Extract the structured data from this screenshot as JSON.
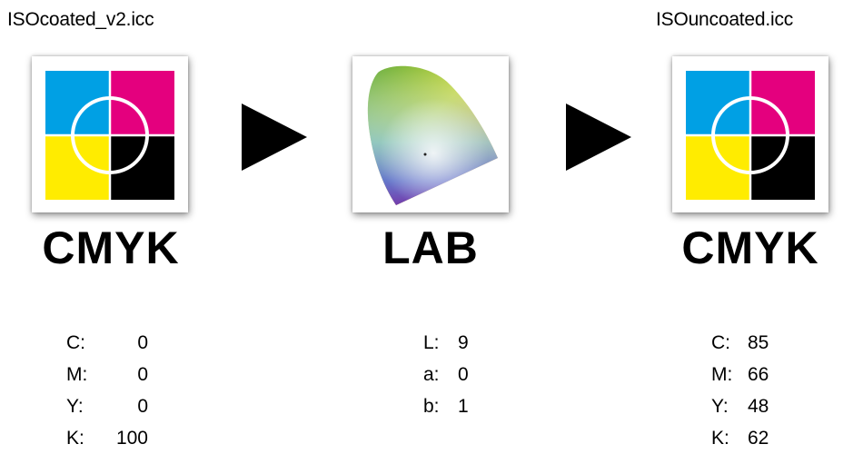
{
  "source": {
    "profile": "ISOcoated_v2.icc",
    "space": "CMYK",
    "values": [
      {
        "key": "C:",
        "value": "0"
      },
      {
        "key": "M:",
        "value": "0"
      },
      {
        "key": "Y:",
        "value": "0"
      },
      {
        "key": "K:",
        "value": "100"
      }
    ]
  },
  "intermediate": {
    "space": "LAB",
    "values": [
      {
        "key": "L:",
        "value": "9"
      },
      {
        "key": "a:",
        "value": "0"
      },
      {
        "key": "b:",
        "value": "1"
      }
    ]
  },
  "destination": {
    "profile": "ISOuncoated.icc",
    "space": "CMYK",
    "values": [
      {
        "key": "C:",
        "value": "85"
      },
      {
        "key": "M:",
        "value": "66"
      },
      {
        "key": "Y:",
        "value": "48"
      },
      {
        "key": "K:",
        "value": "62"
      }
    ]
  },
  "colors": {
    "cyan": "#00a0e4",
    "magenta": "#e4007e",
    "yellow": "#ffec00",
    "black": "#000000"
  },
  "icons": [
    "cmyk-target-icon",
    "lab-gamut-icon",
    "right-arrow-icon"
  ]
}
